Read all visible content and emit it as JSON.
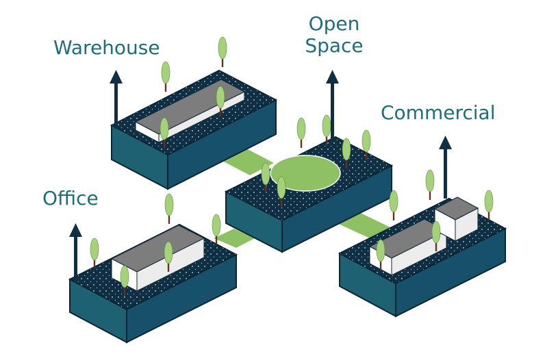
{
  "labels": {
    "warehouse": "Warehouse",
    "open_space_line1": "Open",
    "open_space_line2": "Space",
    "commercial": "Commercial",
    "office": "Office"
  },
  "colors": {
    "label_text": "#1e6e78",
    "platform_top": "#0f2f44",
    "platform_side_left": "#1d6173",
    "platform_side_right": "#17506a",
    "outline": "#0a2533",
    "connector": "#8dc163",
    "open_space_green": "#8dc163",
    "building_roof": "#7d7d7d",
    "building_wall": "#ffffff",
    "tree_canopy": "#a5d17a",
    "tree_trunk": "#6b2d1f",
    "arrow": "#0f2f44"
  },
  "icons": [
    "up-arrow-icon",
    "tree-icon",
    "building-icon"
  ]
}
